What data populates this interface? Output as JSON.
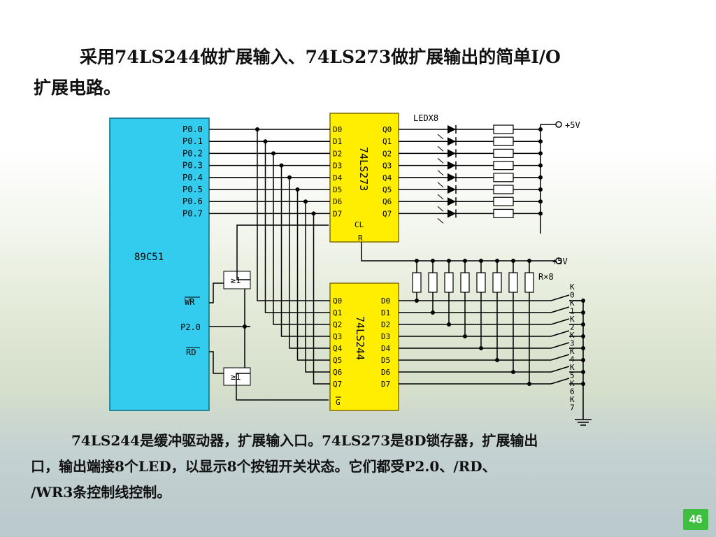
{
  "title": {
    "line1": "采用74LS244做扩展输入、74LS273做扩展输出的简单I/O",
    "line2": "扩展电路。"
  },
  "diagram": {
    "mcu_name": "89C51",
    "p0_pins": [
      "P0.0",
      "P0.1",
      "P0.2",
      "P0.3",
      "P0.4",
      "P0.5",
      "P0.6",
      "P0.7"
    ],
    "wr_label": "WR",
    "p20_label": "P2.0",
    "rd_label": "RD",
    "latch_name": "74LS273",
    "latch_d": [
      "D0",
      "D1",
      "D2",
      "D3",
      "D4",
      "D5",
      "D6",
      "D7"
    ],
    "latch_q": [
      "Q0",
      "Q1",
      "Q2",
      "Q3",
      "Q4",
      "Q5",
      "Q6",
      "Q7"
    ],
    "latch_clr_1": "CL",
    "latch_clr_2": "R",
    "buffer_name": "74LS244",
    "buffer_q": [
      "Q0",
      "Q1",
      "Q2",
      "Q3",
      "Q4",
      "Q5",
      "Q6",
      "Q7"
    ],
    "buffer_d": [
      "D0",
      "D1",
      "D2",
      "D3",
      "D4",
      "D5",
      "D6",
      "D7"
    ],
    "buffer_g": "G",
    "or_gate": "≥1",
    "led_label": "LEDX8",
    "vcc_label": "+5V",
    "res_label": "R×8",
    "key_labels": [
      "K",
      "0",
      "K",
      "1",
      "K",
      "2",
      "K",
      "3",
      "K",
      "4",
      "K",
      "5",
      "K",
      "6",
      "K",
      "7"
    ]
  },
  "description": {
    "line1": "74LS244是缓冲驱动器，扩展输入口。74LS273是8D锁存器，扩展输出",
    "line2": "口，输出端接8个LED，以显示8个按钮开关状态。它们都受P2.0、/RD、",
    "line3": "/WR3条控制线控制。"
  },
  "page_number": "46"
}
